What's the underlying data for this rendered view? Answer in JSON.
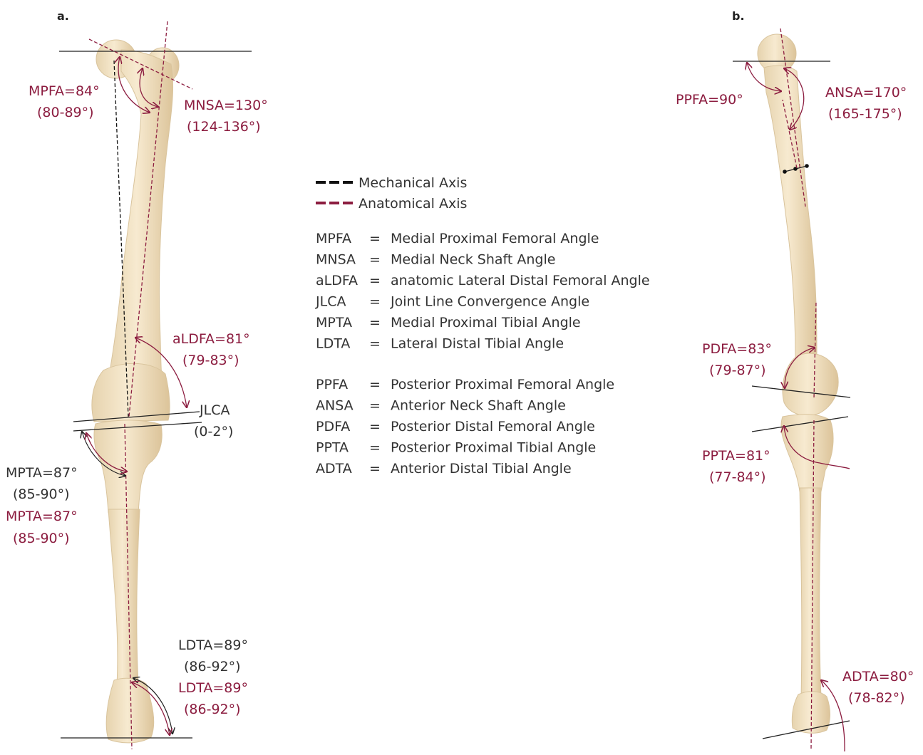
{
  "colors": {
    "accent": "#8c1d40",
    "mechanical": "#111111",
    "bone": "#f2e3c5",
    "text": "#333333"
  },
  "panels": {
    "a": "a.",
    "b": "b."
  },
  "legend": {
    "mechanical_axis": "Mechanical Axis",
    "anatomical_axis": "Anatomical Axis",
    "group1": [
      {
        "abbr": "MPFA",
        "eq": "=",
        "def": "Medial Proximal Femoral Angle"
      },
      {
        "abbr": "MNSA",
        "eq": "=",
        "def": "Medial Neck Shaft Angle"
      },
      {
        "abbr": "aLDFA",
        "eq": "=",
        "def": "anatomic Lateral Distal Femoral Angle"
      },
      {
        "abbr": "JLCA",
        "eq": "=",
        "def": "Joint Line Convergence Angle"
      },
      {
        "abbr": "MPTA",
        "eq": "=",
        "def": "Medial Proximal Tibial Angle"
      },
      {
        "abbr": "LDTA",
        "eq": "=",
        "def": "Lateral Distal Tibial Angle"
      }
    ],
    "group2": [
      {
        "abbr": "PPFA",
        "eq": "=",
        "def": "Posterior Proximal Femoral Angle"
      },
      {
        "abbr": "ANSA",
        "eq": "=",
        "def": "Anterior Neck Shaft Angle"
      },
      {
        "abbr": "PDFA",
        "eq": "=",
        "def": "Posterior Distal Femoral Angle"
      },
      {
        "abbr": "PPTA",
        "eq": "=",
        "def": "Posterior Proximal Tibial Angle"
      },
      {
        "abbr": "ADTA",
        "eq": "=",
        "def": "Anterior Distal Tibial Angle"
      }
    ]
  },
  "angles_a": {
    "mpfa": {
      "value": "MPFA=84°",
      "range": "(80-89°)"
    },
    "mnsa": {
      "value": "MNSA=130°",
      "range": "(124-136°)"
    },
    "aldfa": {
      "value": "aLDFA=81°",
      "range": "(79-83°)"
    },
    "jlca": {
      "value": "JLCA",
      "range": "(0-2°)"
    },
    "mpta_mech": {
      "value": "MPTA=87°",
      "range": "(85-90°)"
    },
    "mpta_anat": {
      "value": "MPTA=87°",
      "range": "(85-90°)"
    },
    "ldta_mech": {
      "value": "LDTA=89°",
      "range": "(86-92°)"
    },
    "ldta_anat": {
      "value": "LDTA=89°",
      "range": "(86-92°)"
    }
  },
  "angles_b": {
    "ppfa": {
      "value": "PPFA=90°"
    },
    "ansa": {
      "value": "ANSA=170°",
      "range": "(165-175°)"
    },
    "pdfa": {
      "value": "PDFA=83°",
      "range": "(79-87°)"
    },
    "ppta": {
      "value": "PPTA=81°",
      "range": "(77-84°)"
    },
    "adta": {
      "value": "ADTA=80°",
      "range": "(78-82°)"
    }
  }
}
